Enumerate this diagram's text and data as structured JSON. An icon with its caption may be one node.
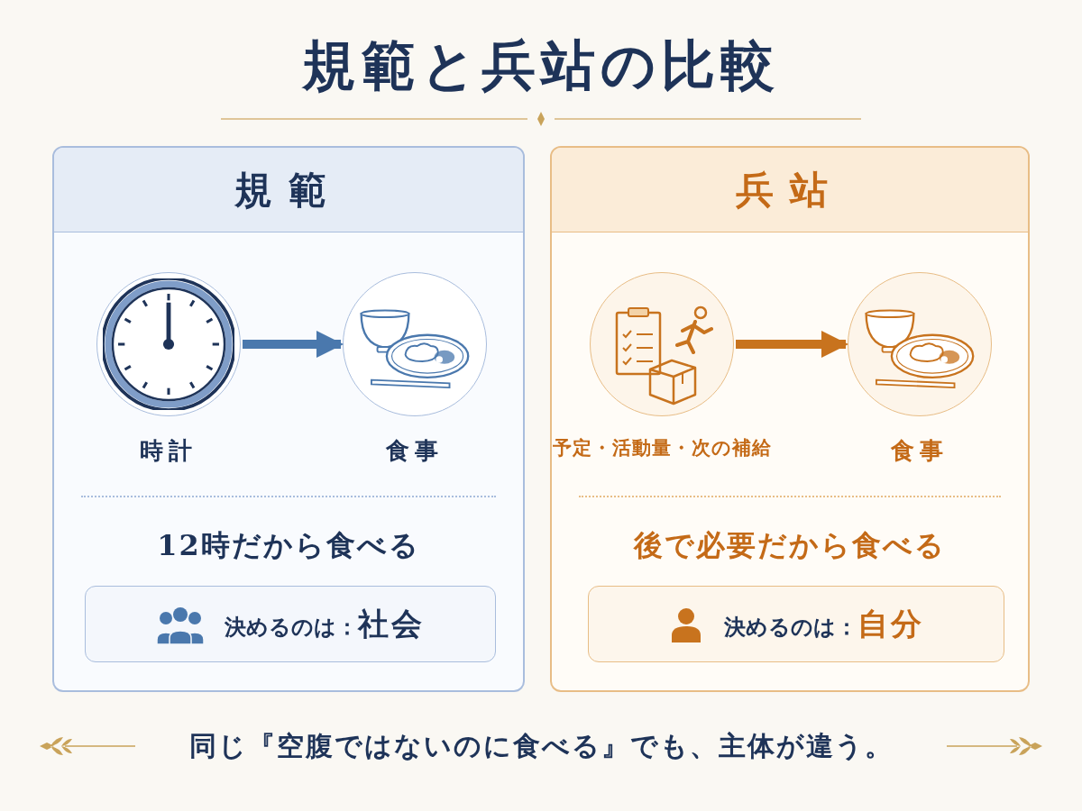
{
  "diagram": {
    "title": "規範と兵站の比較",
    "caption": "同じ『空腹ではないのに食べる』でも、主体が違う。",
    "nodes": [
      {
        "text": [
          "規範",
          "12時だから食べる"
        ]
      },
      {
        "text": [
          "時計"
        ],
        "in": 0
      },
      {
        "text": [
          "食事"
        ],
        "in": 0
      },
      {
        "text": [
          "決めるのは：**社会**"
        ],
        "in": 0
      },
      {
        "text": [
          "兵站",
          "後で必要だから食べる"
        ]
      },
      {
        "text": [
          "予定・活動量・次の補給"
        ],
        "in": 4
      },
      {
        "text": [
          "食事"
        ],
        "in": 4
      },
      {
        "text": [
          "決めるのは：**自分**"
        ],
        "in": 4
      }
    ],
    "edges": [
      {
        "from": 1,
        "to": 2,
        "arrow": "to",
        "color": "#4a78ad"
      },
      {
        "from": 5,
        "to": 6,
        "arrow": "to",
        "color": "#c8731e"
      }
    ]
  }
}
